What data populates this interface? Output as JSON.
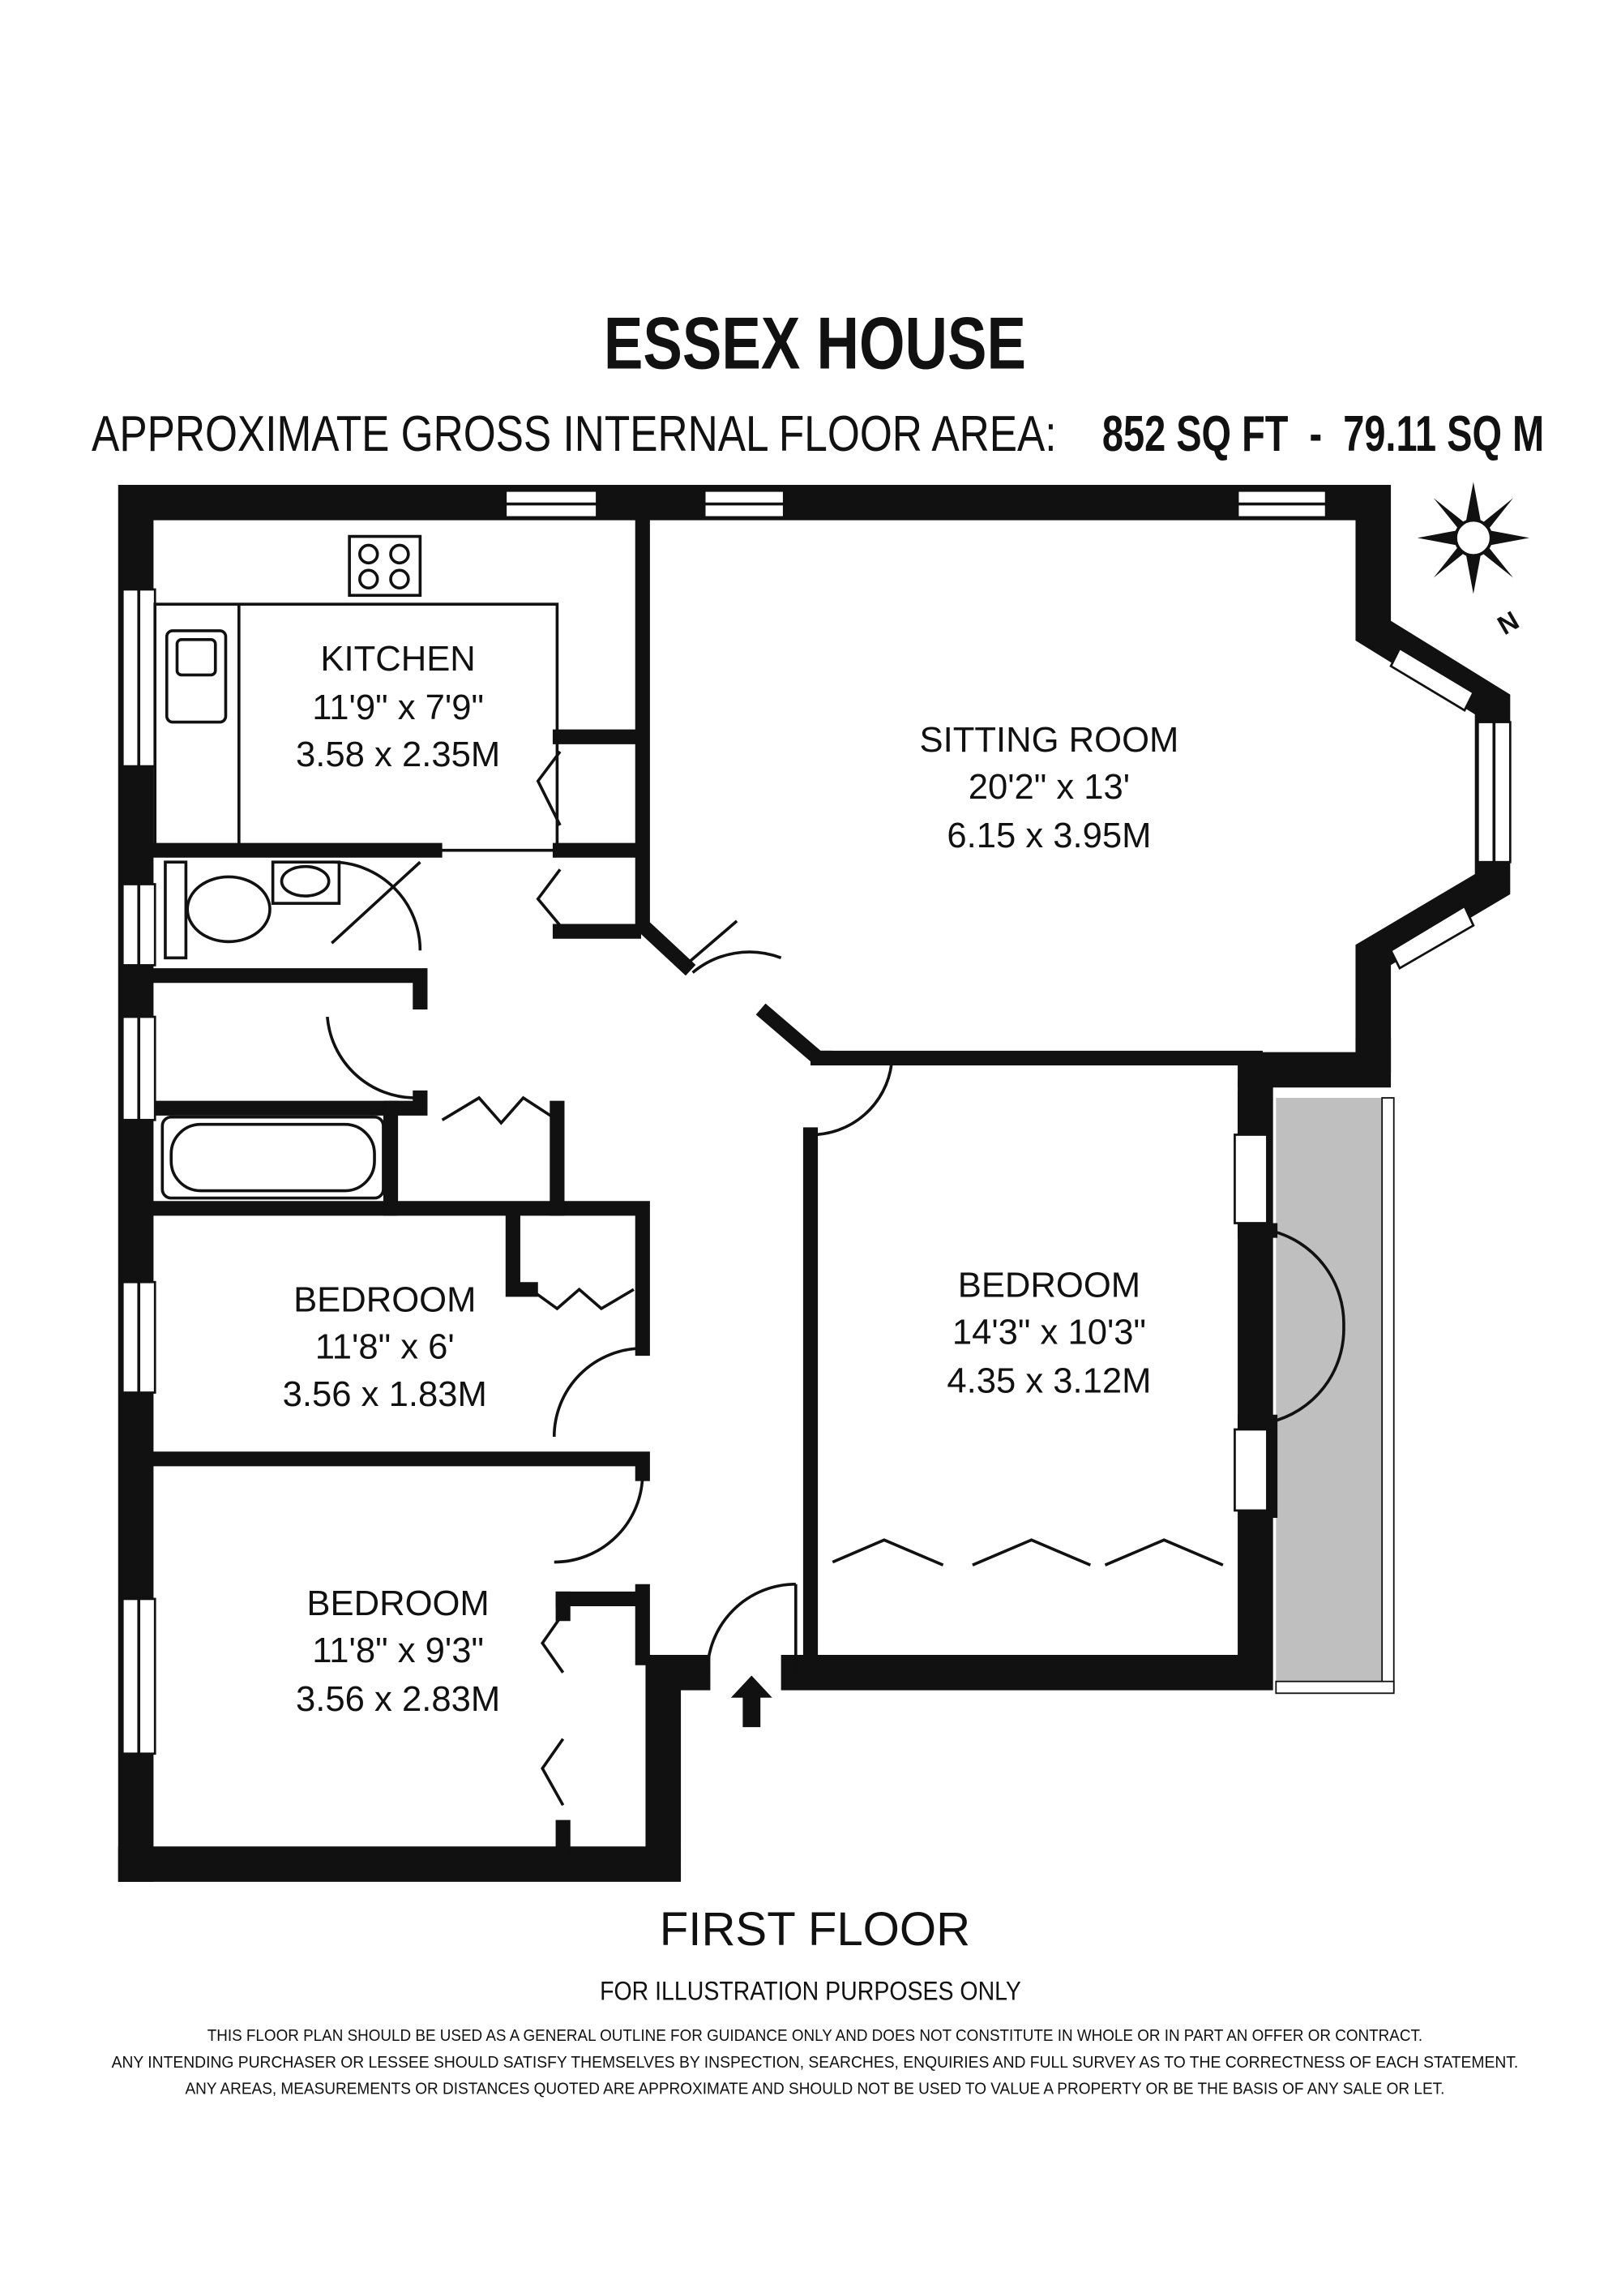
{
  "header": {
    "title": "ESSEX HOUSE",
    "area_label": "APPROXIMATE GROSS INTERNAL FLOOR AREA:",
    "area_value": "852 SQ FT  -  79.11 SQ M"
  },
  "rooms": {
    "kitchen": {
      "name": "KITCHEN",
      "imperial": "11'9\" x 7'9\"",
      "metric": "3.58 x 2.35M"
    },
    "sitting_room": {
      "name": "SITTING ROOM",
      "imperial": "20'2\" x 13'",
      "metric": "6.15 x 3.95M"
    },
    "bedroom_main": {
      "name": "BEDROOM",
      "imperial": "14'3\" x 10'3\"",
      "metric": "4.35 x 3.12M"
    },
    "bedroom_small": {
      "name": "BEDROOM",
      "imperial": "11'8\" x 6'",
      "metric": "3.56 x 1.83M"
    },
    "bedroom_third": {
      "name": "BEDROOM",
      "imperial": "11'8\" x 9'3\"",
      "metric": "3.56 x 2.83M"
    }
  },
  "compass": {
    "label": "N"
  },
  "footer": {
    "floor": "FIRST FLOOR",
    "note": "FOR ILLUSTRATION PURPOSES ONLY",
    "disclaimer": [
      "THIS FLOOR PLAN SHOULD BE USED AS A GENERAL OUTLINE FOR GUIDANCE ONLY AND DOES NOT CONSTITUTE IN WHOLE OR IN PART AN OFFER OR CONTRACT.",
      "ANY INTENDING PURCHASER OR LESSEE SHOULD SATISFY THEMSELVES BY INSPECTION, SEARCHES, ENQUIRIES AND FULL SURVEY AS TO THE CORRECTNESS OF EACH STATEMENT.",
      "ANY AREAS, MEASUREMENTS OR DISTANCES QUOTED ARE APPROXIMATE AND SHOULD NOT BE USED TO VALUE A PROPERTY OR BE THE BASIS OF ANY SALE OR LET."
    ]
  },
  "colors": {
    "wall": "#111111",
    "balcony": "#bfbfbf"
  }
}
